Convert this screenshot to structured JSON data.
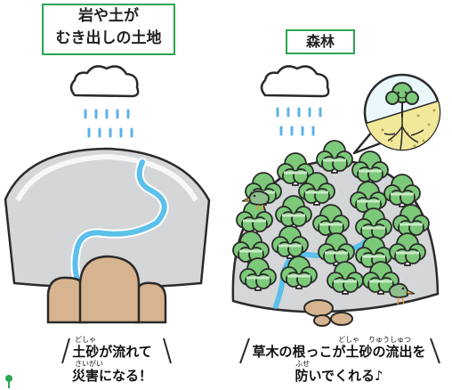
{
  "bare_panel": {
    "title_line1": "岩や土が",
    "title_line2": "むき出しの土地",
    "caption_line1": "土砂が流れて",
    "caption_line2": "災害になる！",
    "ruby_dosha": "どしゃ",
    "ruby_saigai": "さいがい"
  },
  "forest_panel": {
    "title": "森林",
    "caption_line1": "草木の根っこが土砂の流出を",
    "caption_line2": "防いでくれる♪",
    "ruby_dosha": "どしゃ",
    "ruby_ryushutsu": "りゅうしゅつ",
    "ruby_fuse": "ふせ"
  },
  "colors": {
    "frame_green": "#2aa552",
    "tree_green": "#7cc97a",
    "rock_tan": "#d7b48f",
    "hill_gray": "#d5d6d8",
    "river_blue": "#5bc0ea",
    "rain_blue": "#5eb2e4",
    "soil_yellow": "#f2e89a"
  }
}
